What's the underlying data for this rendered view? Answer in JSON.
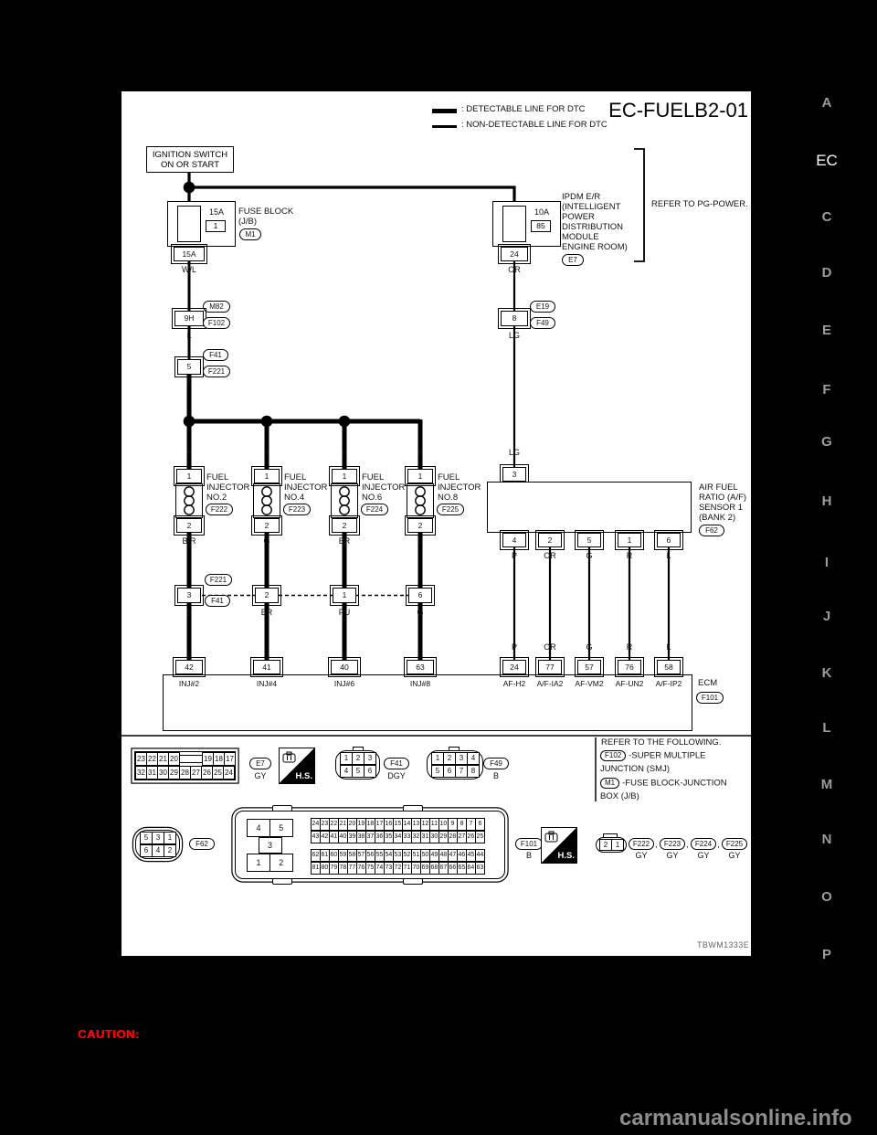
{
  "page": {
    "diagram_title": "EC-FUELB2-01",
    "legend_detectable": ": DETECTABLE LINE FOR DTC",
    "legend_non_detectable": ": NON-DETECTABLE LINE FOR DTC",
    "diagram_code": "TBWM1333E",
    "caution_label": "CAUTION:",
    "watermark": "carmanualsonline.info",
    "colors": {
      "caution_red": "#ff0000",
      "sidebar_gray": "#9c9c9c",
      "watermark_gray": "#8d8d8d",
      "paper": "#ffffff",
      "ink": "#000000"
    }
  },
  "sidebar": {
    "active": "EC",
    "letters": [
      "A",
      "EC",
      "C",
      "D",
      "E",
      "F",
      "G",
      "H",
      "I",
      "J",
      "K",
      "L",
      "M",
      "N",
      "O",
      "P"
    ]
  },
  "power": {
    "ignition_line1": "IGNITION SWITCH",
    "ignition_line2": "ON OR START",
    "left_fuse": {
      "amp": "15A",
      "slot": "1",
      "name1": "FUSE BLOCK",
      "name2": "(J/B)",
      "code": "M1",
      "pin": "15A",
      "wire": "W/L"
    },
    "right_fuse": {
      "amp": "10A",
      "slot": "85",
      "name1": "IPDM E/R",
      "name2": "(INTELLIGENT",
      "name3": "POWER",
      "name4": "DISTRIBUTION",
      "name5": "MODULE",
      "name6": "ENGINE ROOM)",
      "code": "E7",
      "pin": "24",
      "wire": "OR",
      "note": "REFER TO PG-POWER."
    },
    "left_link1": {
      "pin": "9H",
      "above": "M82",
      "below": "F102",
      "wire": "L"
    },
    "left_link2": {
      "pin": "5",
      "above": "F41",
      "below": "F221",
      "wire": "R"
    },
    "right_link": {
      "pin": "8",
      "above": "E19",
      "below": "F49",
      "wire": "LG"
    },
    "branch_wires": [
      "R",
      "R",
      "R",
      "R"
    ],
    "right_wire2": "LG"
  },
  "injectors": [
    {
      "pin_top": "1",
      "pin_bottom": "2",
      "name1": "FUEL",
      "name2": "INJECTOR",
      "name3": "NO.2",
      "code": "F222",
      "wire": "B/R"
    },
    {
      "pin_top": "1",
      "pin_bottom": "2",
      "name1": "FUEL",
      "name2": "INJECTOR",
      "name3": "NO.4",
      "code": "F223",
      "wire": "G"
    },
    {
      "pin_top": "1",
      "pin_bottom": "2",
      "name1": "FUEL",
      "name2": "INJECTOR",
      "name3": "NO.6",
      "code": "F224",
      "wire": "BR"
    },
    {
      "pin_top": "1",
      "pin_bottom": "2",
      "name1": "FUEL",
      "name2": "INJECTOR",
      "name3": "NO.8",
      "code": "F225",
      "wire": "L"
    }
  ],
  "mid_connectors": {
    "above": "F221",
    "below": "F41",
    "pins": [
      "3",
      "2",
      "1",
      "6"
    ],
    "wires": [
      "B",
      "BR",
      "PU",
      "G"
    ]
  },
  "af_sensor": {
    "wire_top": "LG",
    "pin_top": "3",
    "name1": "AIR FUEL",
    "name2": "RATIO (A/F)",
    "name3": "SENSOR 1",
    "name4": "(BANK 2)",
    "code": "F62",
    "pins": [
      "4",
      "2",
      "5",
      "1",
      "6"
    ],
    "wires": [
      "P",
      "OR",
      "G",
      "R",
      "L"
    ]
  },
  "ecm": {
    "label": "ECM",
    "code": "F101",
    "wires_af": [
      "P",
      "OR",
      "G",
      "R",
      "L"
    ],
    "pins": [
      {
        "num": "42",
        "name": "INJ#2"
      },
      {
        "num": "41",
        "name": "INJ#4"
      },
      {
        "num": "40",
        "name": "INJ#6"
      },
      {
        "num": "63",
        "name": "INJ#8"
      },
      {
        "num": "24",
        "name": "AF-H2"
      },
      {
        "num": "77",
        "name": "A/F-IA2"
      },
      {
        "num": "57",
        "name": "AF-VM2"
      },
      {
        "num": "76",
        "name": "AF-UN2"
      },
      {
        "num": "58",
        "name": "A/F-IP2"
      }
    ]
  },
  "refer_following": {
    "title": "REFER TO THE FOLLOWING.",
    "item1_code": "F102",
    "item1_text": "-SUPER MULTIPLE",
    "item1_text2": "JUNCTION (SMJ)",
    "item2_code": "M1",
    "item2_text": "-FUSE BLOCK-JUNCTION",
    "item2_text2": "BOX (J/B)"
  },
  "connector_row1": {
    "e7": {
      "code": "E7",
      "color": "GY",
      "top": [
        "23",
        "22",
        "21",
        "20",
        "",
        "19",
        "18",
        "17"
      ],
      "bottom": [
        "32",
        "31",
        "30",
        "29",
        "28",
        "27",
        "26",
        "25",
        "24"
      ]
    },
    "hs_label": "H.S.",
    "f41": {
      "code": "F41",
      "color": "DGY",
      "row1": [
        "1",
        "2",
        "3"
      ],
      "row2": [
        "4",
        "5",
        "6"
      ]
    },
    "f49": {
      "code": "F49",
      "color": "B",
      "row1": [
        "1",
        "2",
        "3",
        "4"
      ],
      "row2": [
        "5",
        "6",
        "7",
        "8"
      ]
    }
  },
  "connector_row2": {
    "f62": {
      "code": "F62",
      "row1": [
        "5",
        "3",
        "1"
      ],
      "row2": [
        "6",
        "4",
        "2"
      ]
    },
    "ecm_connector": {
      "code": "F101",
      "color": "B",
      "left_row1": [
        "4",
        "5"
      ],
      "left_mid": "3",
      "left_row2": [
        "1",
        "2"
      ],
      "bank1_row1": [
        "24",
        "23",
        "22",
        "21",
        "20",
        "19",
        "18",
        "17",
        "16",
        "15",
        "14",
        "13",
        "12",
        "11",
        "10",
        "9",
        "8",
        "7",
        "6"
      ],
      "bank1_row2": [
        "43",
        "42",
        "41",
        "40",
        "39",
        "38",
        "37",
        "36",
        "35",
        "34",
        "33",
        "32",
        "31",
        "30",
        "29",
        "28",
        "27",
        "26",
        "25"
      ],
      "bank2_row1": [
        "62",
        "61",
        "60",
        "59",
        "58",
        "57",
        "56",
        "55",
        "54",
        "53",
        "52",
        "51",
        "50",
        "49",
        "48",
        "47",
        "46",
        "45",
        "44"
      ],
      "bank2_row2": [
        "81",
        "80",
        "79",
        "78",
        "77",
        "76",
        "75",
        "74",
        "73",
        "72",
        "71",
        "70",
        "69",
        "68",
        "67",
        "66",
        "65",
        "64",
        "63"
      ]
    },
    "hs_label": "H.S.",
    "small": {
      "pins": [
        "2",
        "1"
      ],
      "codes": [
        "F222",
        "F223",
        "F224",
        "F225"
      ],
      "colors": [
        "GY",
        "GY",
        "GY",
        "GY"
      ],
      "separator": ","
    }
  }
}
